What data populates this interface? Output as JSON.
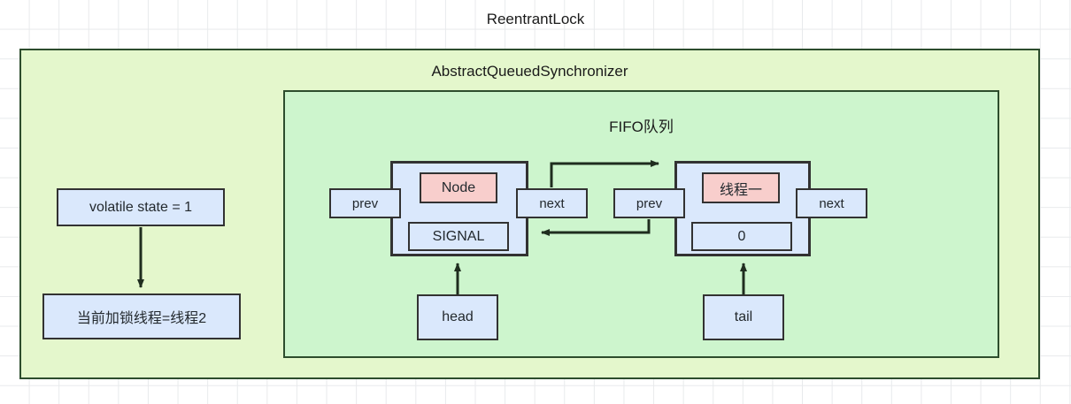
{
  "diagram": {
    "title": "ReentrantLock",
    "outer_container": {
      "label": "AbstractQueuedSynchronizer",
      "fill": "#e4f7cc",
      "stroke": "#2d4d2d"
    },
    "queue_container": {
      "label": "FIFO队列",
      "fill": "#cdf5cd",
      "stroke": "#2d4d2d"
    },
    "state": {
      "state_box": "volatile state = 1",
      "owner_box": "当前加锁线程=线程2"
    },
    "nodes": [
      {
        "prev_label": "prev",
        "next_label": "next",
        "head_label": "Node",
        "status_label": "SIGNAL",
        "pointer_label": "head",
        "head_fill": "#f8cecc",
        "shell_fill": "#dae8fc"
      },
      {
        "prev_label": "prev",
        "next_label": "next",
        "head_label": "线程一",
        "status_label": "0",
        "pointer_label": "tail",
        "head_fill": "#f8cecc",
        "shell_fill": "#dae8fc"
      }
    ],
    "colors": {
      "blue_fill": "#dae8fc",
      "pink_fill": "#f8cecc",
      "box_stroke": "#323232",
      "arrow_stroke": "#1f2d1f",
      "grid_line": "#e8eaec"
    }
  }
}
